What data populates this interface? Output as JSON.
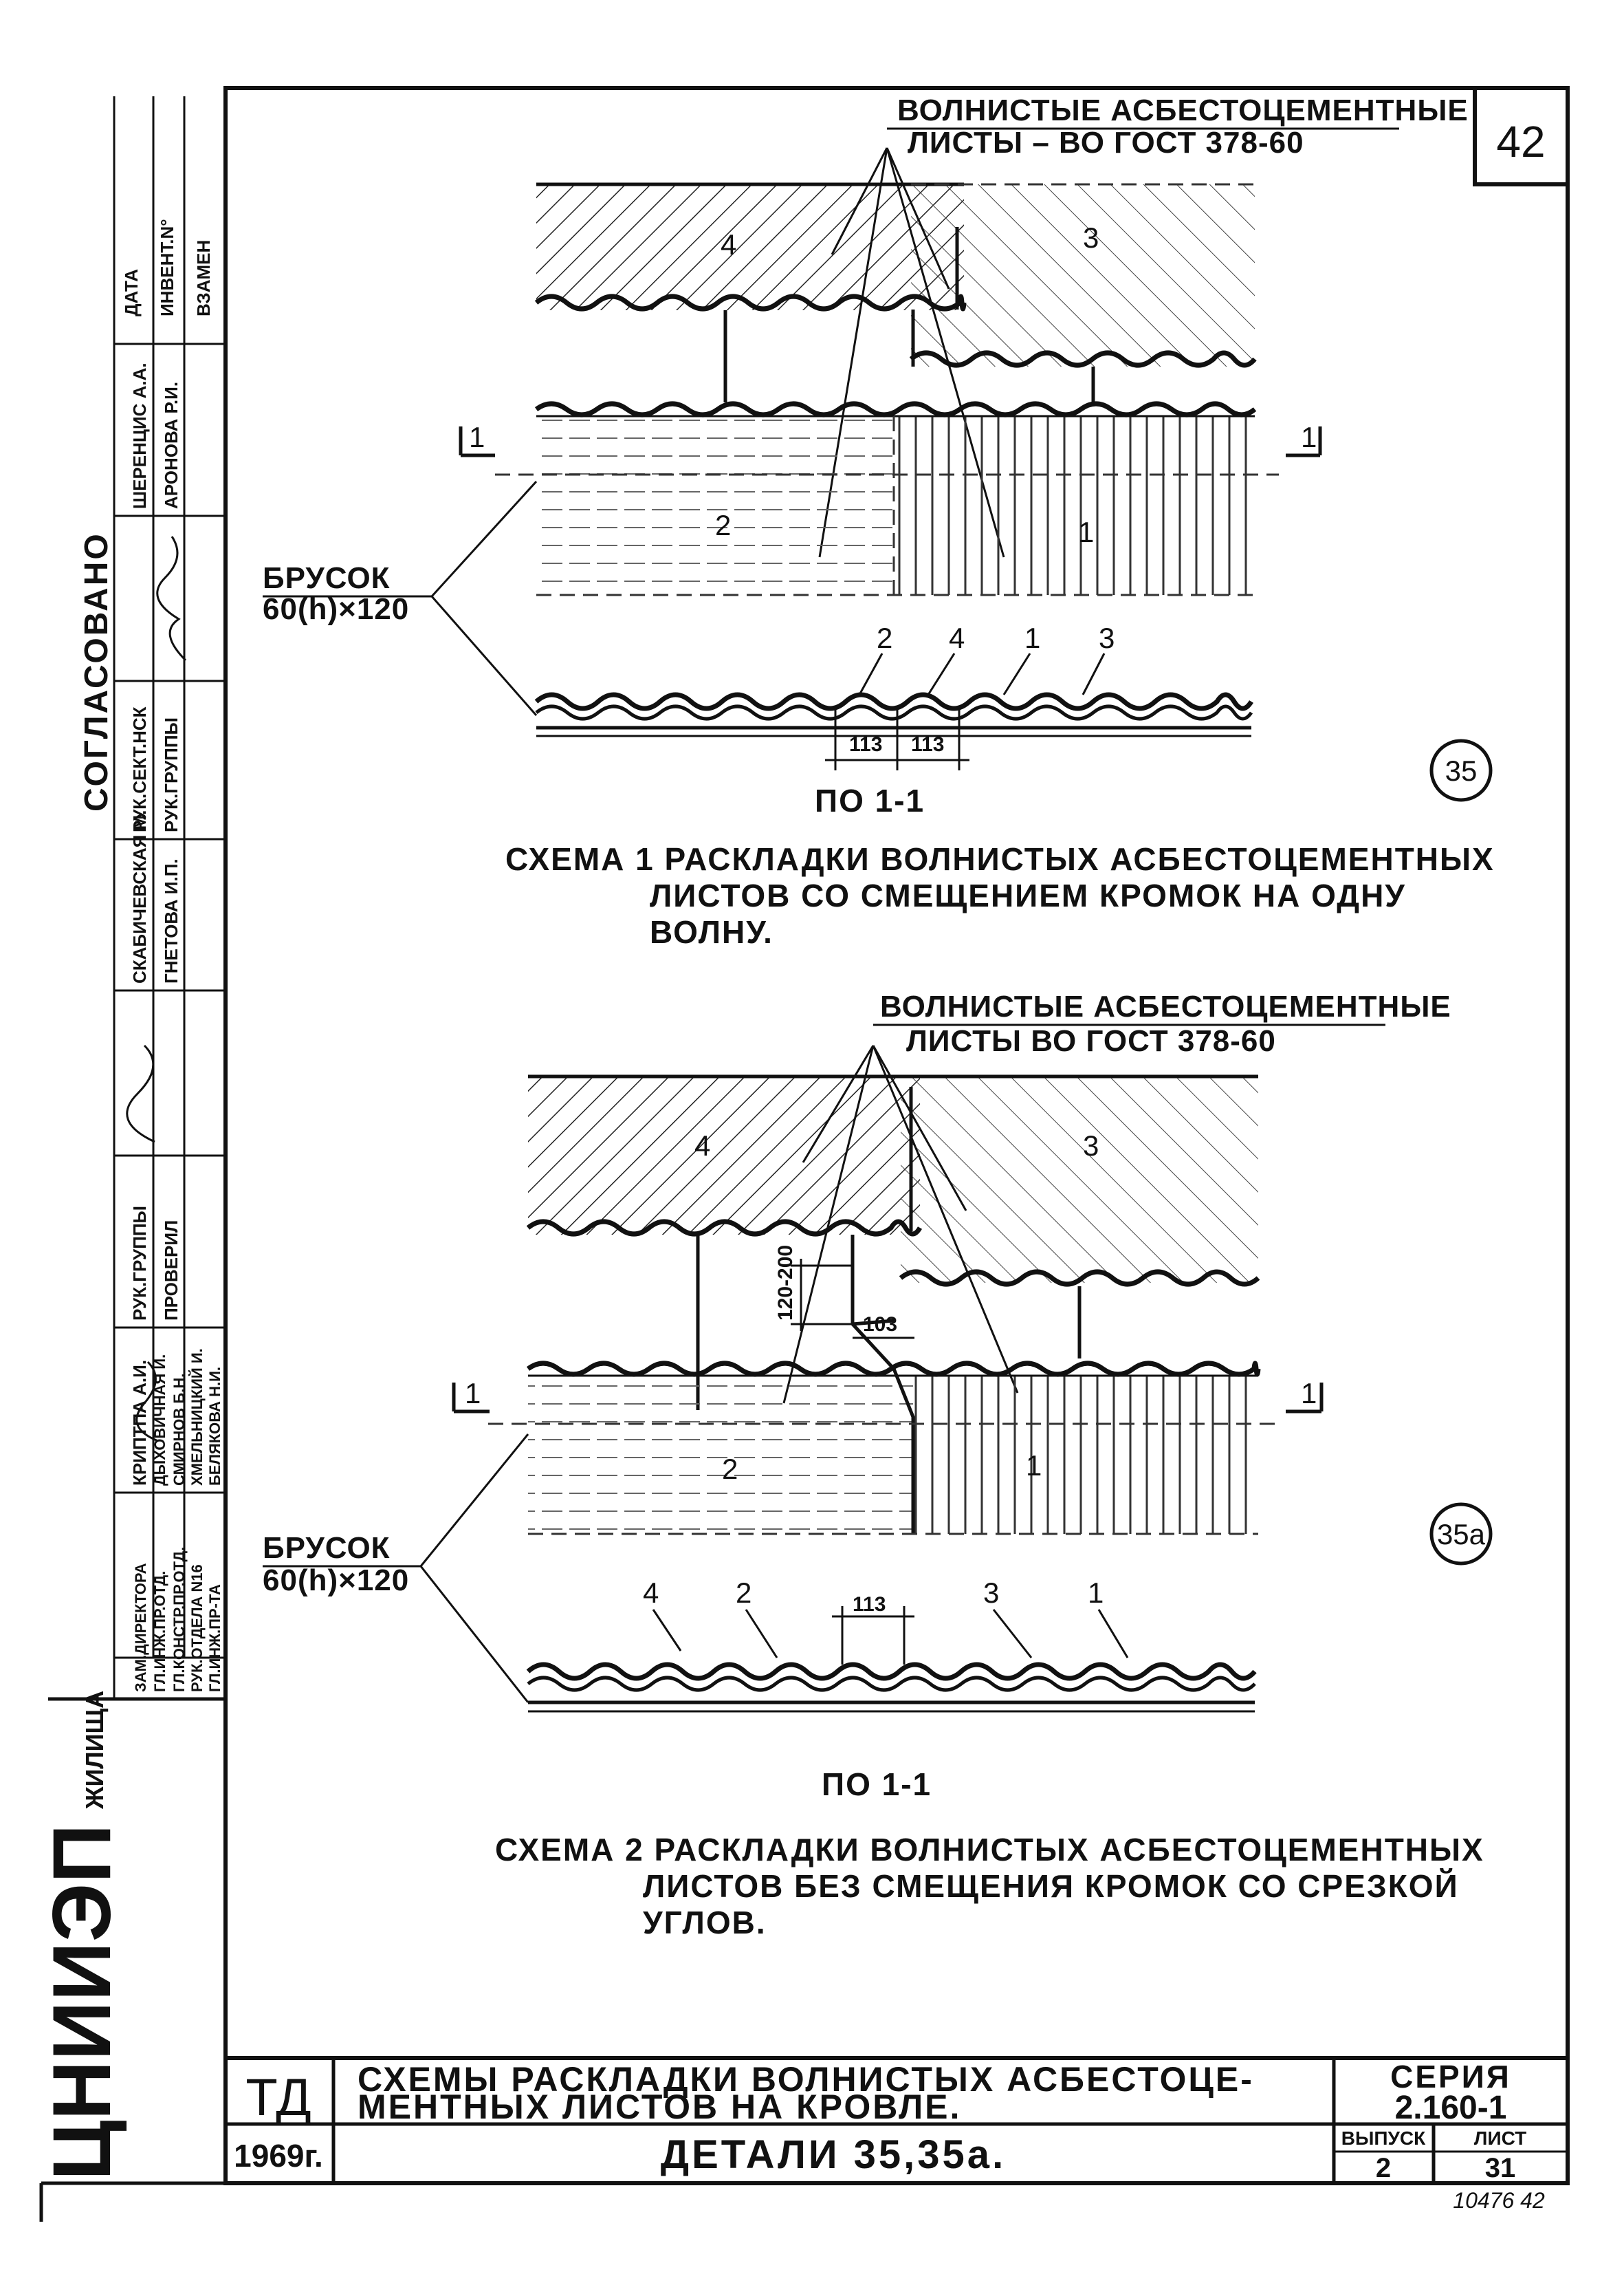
{
  "sheet": {
    "page_number": "42",
    "scheme1": {
      "callout": [
        "ВОЛНИСТЫЕ АСБЕСТОЦЕМЕНТНЫЕ",
        "ЛИСТЫ – ВО ГОСТ 378-60"
      ],
      "brusok": [
        "БРУСОК",
        "60(h)×120"
      ],
      "labels": [
        "1",
        "2",
        "3",
        "4"
      ],
      "section_mark": "1",
      "dims": [
        "113",
        "113"
      ],
      "section_caption": "ПО 1-1",
      "caption": [
        "СХЕМА 1 РАСКЛАДКИ ВОЛНИСТЫХ АСБЕСТОЦЕМЕНТНЫХ",
        "ЛИСТОВ СО СМЕЩЕНИЕМ КРОМОК НА ОДНУ",
        "ВОЛНУ."
      ],
      "detail_mark": "35"
    },
    "scheme2": {
      "callout": [
        "ВОЛНИСТЫЕ АСБЕСТОЦЕМЕНТНЫЕ",
        "ЛИСТЫ ВО ГОСТ 378-60"
      ],
      "brusok": [
        "БРУСОК",
        "60(h)×120"
      ],
      "labels": [
        "1",
        "2",
        "3",
        "4"
      ],
      "section_mark": "1",
      "dims": [
        "120-200",
        "103",
        "113"
      ],
      "section_caption": "ПО 1-1",
      "caption": [
        "СХЕМА 2 РАСКЛАДКИ ВОЛНИСТЫХ АСБЕСТОЦЕМЕНТНЫХ",
        "ЛИСТОВ БЕЗ СМЕЩЕНИЯ КРОМОК СО СРЕЗКОЙ",
        "УГЛОВ."
      ],
      "detail_mark": "35a"
    },
    "title_block": {
      "code": "ТД",
      "year": "1969г.",
      "title": [
        "СХЕМЫ РАСКЛАДКИ ВОЛНИСТЫХ АСБЕСТОЦЕ-",
        "МЕНТНЫХ ЛИСТОВ НА КРОВЛЕ."
      ],
      "details": "ДЕТАЛИ 35,35а.",
      "series_label": "СЕРИЯ",
      "series": "2.160-1",
      "issue_label": "ВЫПУСК",
      "issue": "2",
      "sheet_label": "ЛИСТ",
      "sheet": "31",
      "archive_no": "10476 42"
    },
    "side_stamp": {
      "org_name": "ЦНИИЭП",
      "org_suffix": "ЖИЛИЩА",
      "header": [
        "ДАТА",
        "ИНВЕНТ.N°",
        "ВЗАМЕН"
      ],
      "agreed": "СОГЛАСОВАНО",
      "roles": [
        "ЗАМ.ДИРЕКТОРА",
        "ГЛ.ИНЖ.ПР.ОТД.",
        "ГЛ.КОНСТР.ПР.ОТД.",
        "РУК.ОТДЕЛА N16",
        "ГЛ.ИНЖ.ПР-ТА"
      ],
      "names": [
        "КРИПТПА А.И.",
        "ДЫХОВИЧНАЯ И.",
        "СМИРНОВ Б.Н.",
        "ХМЕЛЬНИЦКИЙ И.",
        "БЕЛЯКОВА Н.И."
      ],
      "roles2": [
        "РУК.ГРУППЫ",
        "ПРОВЕРИЛ"
      ],
      "names2": [
        "СКАБИЧЕВСКАЯ М.",
        "ГНЕТОВА И.П."
      ],
      "roles3": [
        "РУК.СЕКТ.НСК",
        "РУК.ГРУППЫ"
      ],
      "names3": [
        "ШЕРЕНЦИС А.А.",
        "АРОНОВА Р.И."
      ]
    }
  }
}
